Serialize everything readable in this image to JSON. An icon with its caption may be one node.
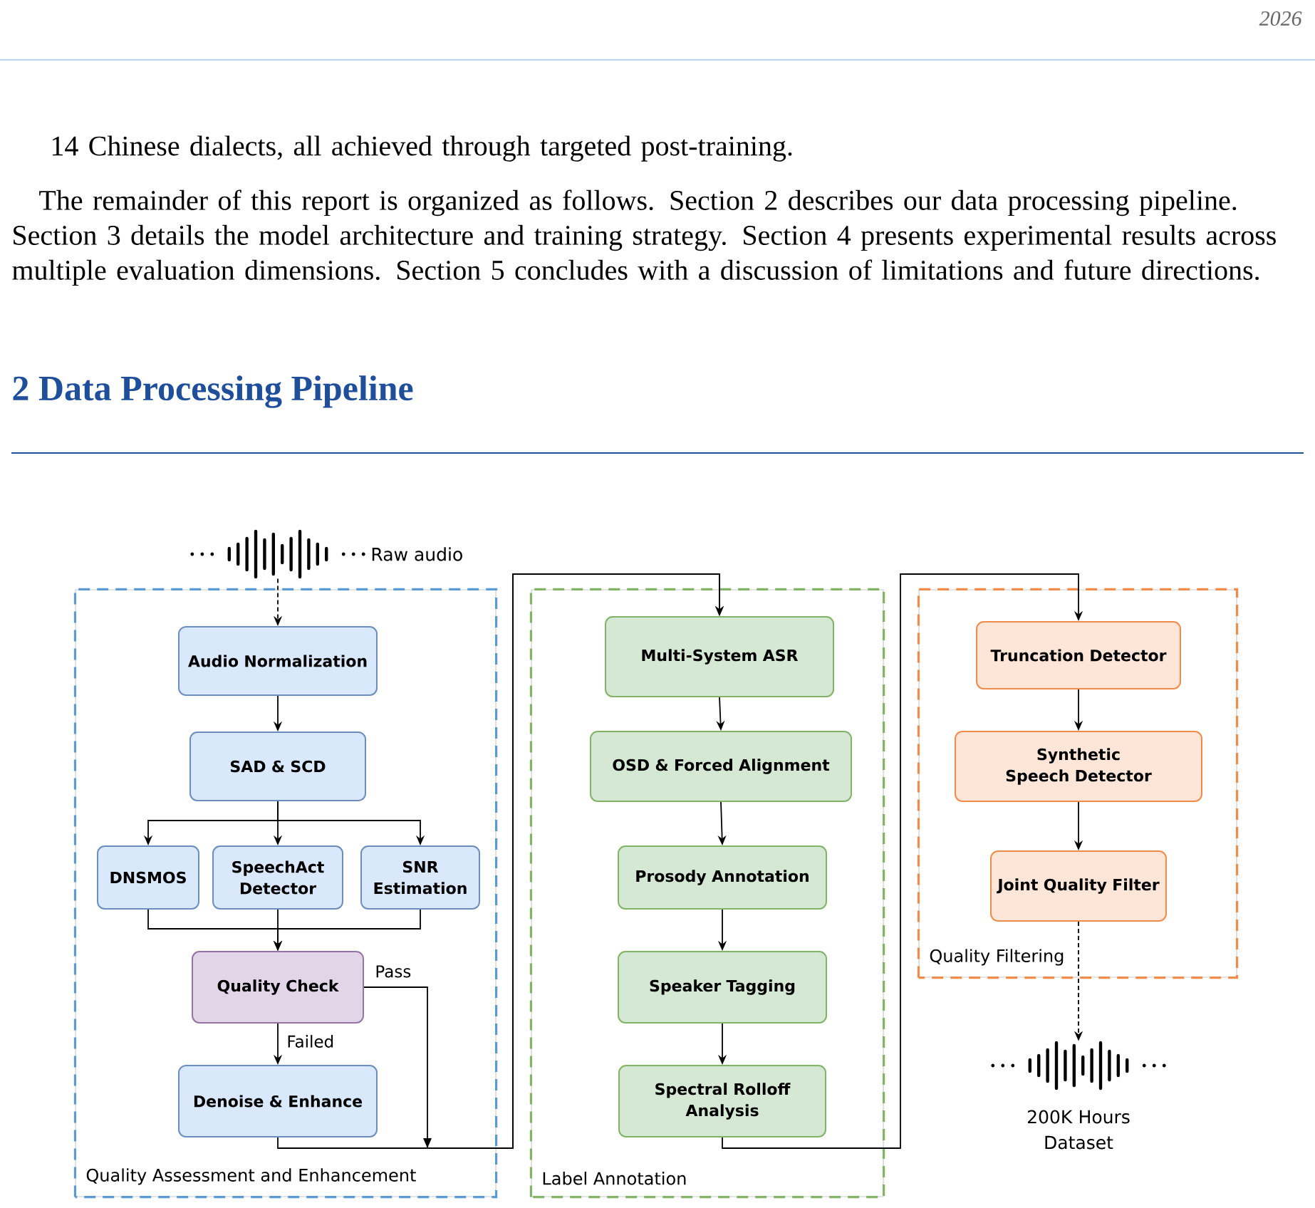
{
  "diagram": {
    "title": "2 Data Processing Pipeline",
    "nodes": [
      {
        "text": [],
        "shape": "picture",
        "beside": [
          "Raw audio"
        ]
      },
      {
        "text": [
          "Quality Assessment and Enhancement"
        ]
      },
      {
        "text": [
          "Audio Normalization"
        ],
        "in": 1
      },
      {
        "text": [
          "SAD & SCD"
        ],
        "in": 1
      },
      {
        "text": [
          "DNSMOS"
        ],
        "in": 1
      },
      {
        "text": [
          "SpeechAct Detector"
        ],
        "in": 1
      },
      {
        "text": [
          "SNR Estimation"
        ],
        "in": 1
      },
      {
        "text": [
          "Quality Check"
        ],
        "in": 1
      },
      {
        "text": [
          "Denoise & Enhance"
        ],
        "in": 1
      },
      {
        "text": [
          "Label Annotation"
        ]
      },
      {
        "text": [
          "Multi-System ASR"
        ],
        "in": 9
      },
      {
        "text": [
          "OSD & Forced Alignment"
        ],
        "in": 9
      },
      {
        "text": [
          "Prosody Annotation"
        ],
        "in": 9
      },
      {
        "text": [
          "Speaker Tagging"
        ],
        "in": 9
      },
      {
        "text": [
          "Spectral Rolloff Analysis"
        ],
        "in": 9
      },
      {
        "text": [
          "Quality Filtering"
        ]
      },
      {
        "text": [
          "Truncation Detector"
        ],
        "in": 15
      },
      {
        "text": [
          "Synthetic Speech Detector"
        ],
        "in": 15
      },
      {
        "text": [
          "Joint Quality Filter"
        ],
        "in": 15
      },
      {
        "text": [],
        "shape": "picture",
        "beside": [
          "200K Hours Dataset"
        ]
      }
    ],
    "edges": [
      {
        "from": 0,
        "to": 2,
        "arrow": "to",
        "style": "dashed"
      },
      {
        "from": 2,
        "to": 3,
        "arrow": "to"
      },
      {
        "from": 3,
        "to": 4,
        "arrow": "to"
      },
      {
        "from": 3,
        "to": 5,
        "arrow": "to"
      },
      {
        "from": 3,
        "to": 6,
        "arrow": "to"
      },
      {
        "from": 4,
        "to": 7,
        "arrow": "to"
      },
      {
        "from": 5,
        "to": 7,
        "arrow": "to"
      },
      {
        "from": 6,
        "to": 7,
        "arrow": "to"
      },
      {
        "from": 7,
        "to": 8,
        "arrow": "to",
        "label": "Failed"
      },
      {
        "from": 7,
        "to": 10,
        "arrow": "to",
        "label": "Pass"
      },
      {
        "from": 8,
        "to": 10,
        "arrow": "to"
      },
      {
        "from": 10,
        "to": 11,
        "arrow": "to"
      },
      {
        "from": 11,
        "to": 12,
        "arrow": "to"
      },
      {
        "from": 12,
        "to": 13,
        "arrow": "to"
      },
      {
        "from": 13,
        "to": 14,
        "arrow": "to"
      },
      {
        "from": 14,
        "to": 16,
        "arrow": "to"
      },
      {
        "from": 16,
        "to": 17,
        "arrow": "to"
      },
      {
        "from": 17,
        "to": 18,
        "arrow": "to"
      },
      {
        "from": 18,
        "to": 19,
        "arrow": "to",
        "style": "dashed"
      }
    ],
    "labels": [
      "2026",
      "14 Chinese dialects, all achieved through targeted post-training.",
      "The remainder of this report is organized as follows. Section 2 describes our data processing pipeline. Section 3 details the model architecture and training strategy. Section 4 presents experimental results across multiple evaluation dimensions. Section 5 concludes with a discussion of limitations and future directions."
    ]
  }
}
